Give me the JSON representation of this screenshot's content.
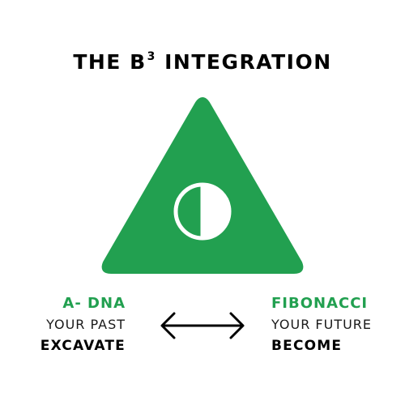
{
  "title": {
    "main": "THE B",
    "superscript": "3",
    "rest": " INTEGRATION"
  },
  "symbol": {
    "shape": "triangle",
    "icon": "half-filled-circle-icon",
    "color": "#22a050"
  },
  "left": {
    "heading": "A- DNA",
    "subtitle": "YOUR PAST",
    "action": "EXCAVATE"
  },
  "right": {
    "heading": "FIBONACCI",
    "subtitle": "YOUR FUTURE",
    "action": "BECOME"
  },
  "connector": {
    "icon": "double-arrow-icon"
  },
  "colors": {
    "accent": "#22a050",
    "text": "#000000",
    "background": "#ffffff"
  }
}
